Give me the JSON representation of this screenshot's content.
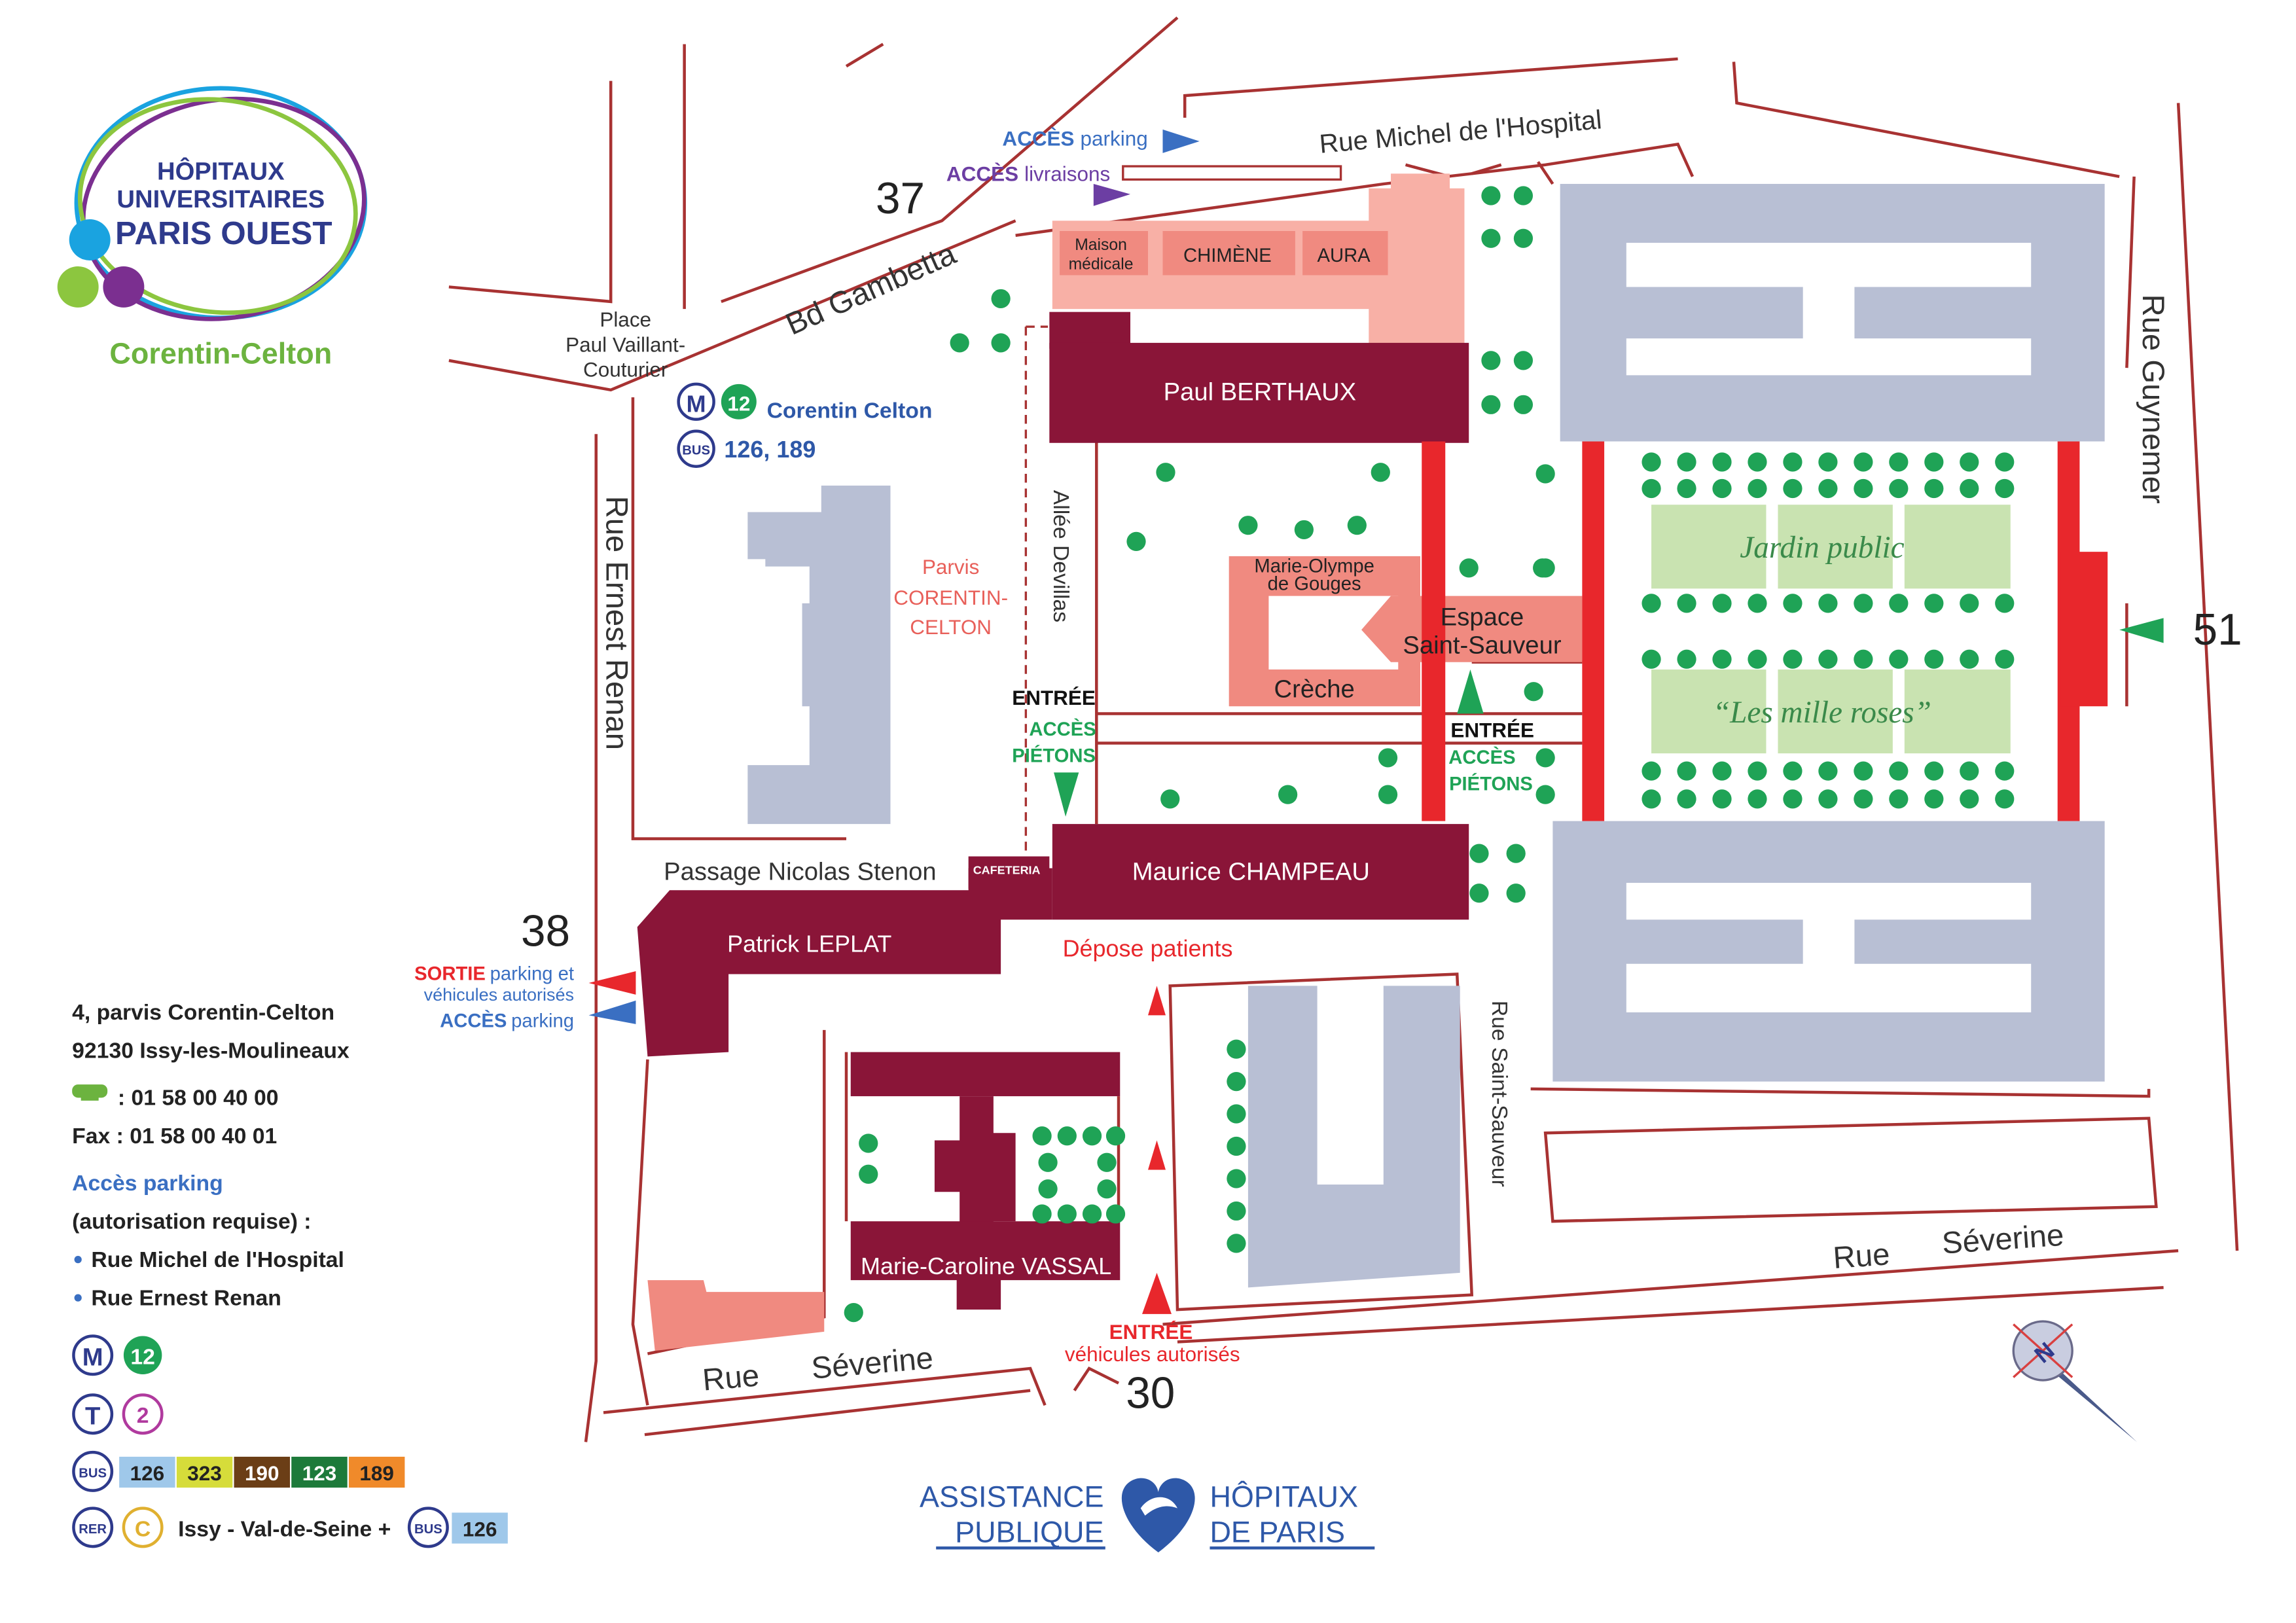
{
  "logo": {
    "line1": "HÔPITAUX",
    "line2": "UNIVERSITAIRES",
    "line3": "PARIS OUEST",
    "site": "Corentin-Celton"
  },
  "streets": {
    "michel_hospital": "Rue Michel de l'Hospital",
    "gambetta": "Bd Gambetta",
    "ernest_renan": "Rue Ernest Renan",
    "guynemer": "Rue Guynemer",
    "severine_left_1": "Rue",
    "severine_left_2": "Séverine",
    "severine_right_1": "Rue",
    "severine_right_2": "Séverine",
    "saint_sauveur": "Rue Saint-Sauveur",
    "allee_devillas": "Allée Devillas",
    "passage_stenon": "Passage Nicolas Stenon",
    "place_line1": "Place",
    "place_line2": "Paul Vaillant-",
    "place_line3": "Couturier"
  },
  "numbers": {
    "n37": "37",
    "n38": "38",
    "n51": "51",
    "n30": "30"
  },
  "transit_station": {
    "metro": "M",
    "line": "12",
    "name": "Corentin Celton",
    "bus": "BUS",
    "bus_lines": "126, 189"
  },
  "access": {
    "parking_top_1": "ACCÈS",
    "parking_top_2": "parking",
    "livraisons_1": "ACCÈS",
    "livraisons_2": "livraisons",
    "sortie_1": "SORTIE",
    "sortie_2": "parking et",
    "sortie_3": "véhicules autorisés",
    "acces_left_1": "ACCÈS",
    "acces_left_2": "parking",
    "entree_left": "ENTRÉE",
    "pietons_left_1": "ACCÈS",
    "pietons_left_2": "PIÉTONS",
    "entree_right": "ENTRÉE",
    "pietons_right_1": "ACCÈS",
    "pietons_right_2": "PIÉTONS",
    "entree_bottom": "ENTRÉE",
    "vehicules_bottom": "véhicules autorisés",
    "depose": "Dépose patients"
  },
  "buildings": {
    "maison_1": "Maison",
    "maison_2": "médicale",
    "chimene": "CHIMÈNE",
    "aura": "AURA",
    "berthaux": "Paul BERTHAUX",
    "marie_olympe_1": "Marie-Olympe",
    "marie_olympe_2": "de Gouges",
    "creche": "Crèche",
    "espace_1": "Espace",
    "espace_2": "Saint-Sauveur",
    "champeau": "Maurice CHAMPEAU",
    "cafeteria": "CAFETERIA",
    "leplat": "Patrick LEPLAT",
    "vassal": "Marie-Caroline VASSAL",
    "parvis_1": "Parvis",
    "parvis_2": "CORENTIN-",
    "parvis_3": "CELTON",
    "jardin": "Jardin public",
    "roses": "“Les mille roses”"
  },
  "info": {
    "address1": "4, parvis Corentin-Celton",
    "address2": "92130 Issy-les-Moulineaux",
    "tel": ": 01 58 00 40 00",
    "fax": "Fax  : 01 58 00 40 01",
    "parking_title": "Accès parking",
    "parking_sub": "(autorisation requise) :",
    "parking_1": "Rue Michel de l'Hospital",
    "parking_2": "Rue Ernest Renan"
  },
  "legend": {
    "metro": "M",
    "metro_line": "12",
    "tram": "T",
    "tram_line": "2",
    "bus": "BUS",
    "bus_lines": [
      "126",
      "323",
      "190",
      "123",
      "189"
    ],
    "rer": "RER",
    "rer_line": "C",
    "rer_text": "Issy - Val-de-Seine +",
    "bus2": "BUS",
    "bus2_line": "126"
  },
  "aphp": {
    "left1": "ASSISTANCE",
    "left2": "PUBLIQUE",
    "right1": "HÔPITAUX",
    "right2": "DE PARIS"
  },
  "compass": "N",
  "colors": {
    "dark_building": "#8a1538",
    "salmon": "#f08a80",
    "light_salmon": "#f8b0a6",
    "grey_building": "#b8bfd4",
    "red_strip": "#e8272c",
    "street_line": "#a83232",
    "tree": "#1fa356",
    "garden": "#c9e3b1",
    "blue_text": "#3a6fc2",
    "purple_text": "#6c3ea3"
  }
}
